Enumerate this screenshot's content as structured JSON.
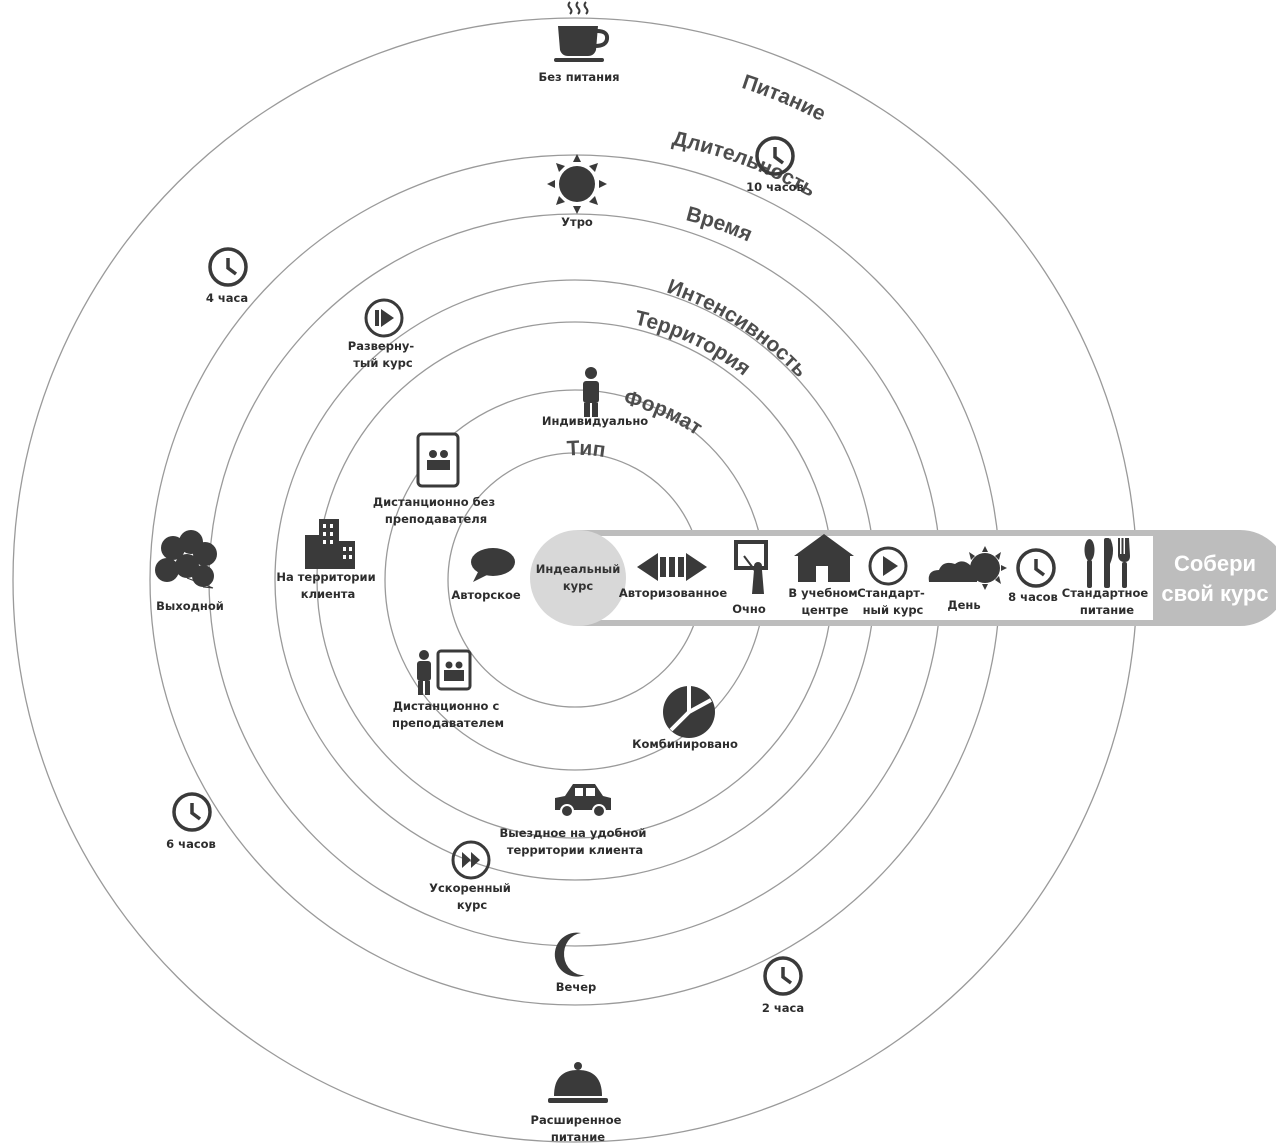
{
  "colors": {
    "ring": "#9a9a9a",
    "icon": "#3a3a3a",
    "band": "#bdbdbd",
    "center": "#d8d8d8",
    "cta_text": "#ffffff",
    "category_text": "#4d4d4d"
  },
  "center": {
    "line1": "Индеальный",
    "line2": "курс"
  },
  "cta": {
    "line1": "Собери",
    "line2": "свой курс"
  },
  "categories": {
    "type": "Тип",
    "format": "Формат",
    "territory": "Территория",
    "intensity": "Интенсивность",
    "time": "Время",
    "duration": "Длительность",
    "food": "Питание"
  },
  "options": {
    "authored": {
      "lines": [
        "Авторское"
      ],
      "icon": "speech-bubble-icon"
    },
    "authorized": {
      "lines": [
        "Авторизованное"
      ],
      "icon": "double-arrow-icon"
    },
    "individual": {
      "lines": [
        "Индивидуально"
      ],
      "icon": "person-icon"
    },
    "in_person": {
      "lines": [
        "Очно"
      ],
      "icon": "teacher-board-icon"
    },
    "combined": {
      "lines": [
        "Комбинировано"
      ],
      "icon": "split-circle-icon"
    },
    "remote_no_teacher": {
      "lines": [
        "Дистанционно без",
        "преподавателя"
      ],
      "icon": "tablet-icon"
    },
    "remote_with_teacher": {
      "lines": [
        "Дистанционно с",
        "преподавателем"
      ],
      "icon": "person-tablet-icon"
    },
    "client_site": {
      "lines": [
        "На территории",
        "клиента"
      ],
      "icon": "office-buildings-icon"
    },
    "training_center": {
      "lines": [
        "В учебном",
        "центре"
      ],
      "icon": "house-icon"
    },
    "offsite": {
      "lines": [
        "Выездное на удобной",
        "территории клиента"
      ],
      "icon": "car-icon"
    },
    "extended": {
      "lines": [
        "Разверну-",
        "тый курс"
      ],
      "icon": "play-bar-icon"
    },
    "standard_course": {
      "lines": [
        "Стандарт-",
        "ный курс"
      ],
      "icon": "play-icon"
    },
    "accelerated": {
      "lines": [
        "Ускоренный",
        "курс"
      ],
      "icon": "fast-forward-icon"
    },
    "morning": {
      "lines": [
        "Утро"
      ],
      "icon": "sun-icon"
    },
    "day": {
      "lines": [
        "День"
      ],
      "icon": "sun-cloud-icon"
    },
    "evening": {
      "lines": [
        "Вечер"
      ],
      "icon": "moon-icon"
    },
    "weekend": {
      "lines": [
        "Выходной"
      ],
      "icon": "balloons-icon"
    },
    "hours_2": {
      "lines": [
        "2 часа"
      ],
      "icon": "clock-icon"
    },
    "hours_4": {
      "lines": [
        "4 часа"
      ],
      "icon": "clock-icon"
    },
    "hours_6": {
      "lines": [
        "6 часов"
      ],
      "icon": "clock-icon"
    },
    "hours_8": {
      "lines": [
        "8 часов"
      ],
      "icon": "clock-icon"
    },
    "hours_10": {
      "lines": [
        "10 часов"
      ],
      "icon": "clock-icon"
    },
    "no_food": {
      "lines": [
        "Без питания"
      ],
      "icon": "coffee-cup-icon"
    },
    "standard_food": {
      "lines": [
        "Стандартное",
        "питание"
      ],
      "icon": "cutlery-icon"
    },
    "extended_food": {
      "lines": [
        "Расширенное",
        "питание"
      ],
      "icon": "cloche-icon"
    }
  }
}
